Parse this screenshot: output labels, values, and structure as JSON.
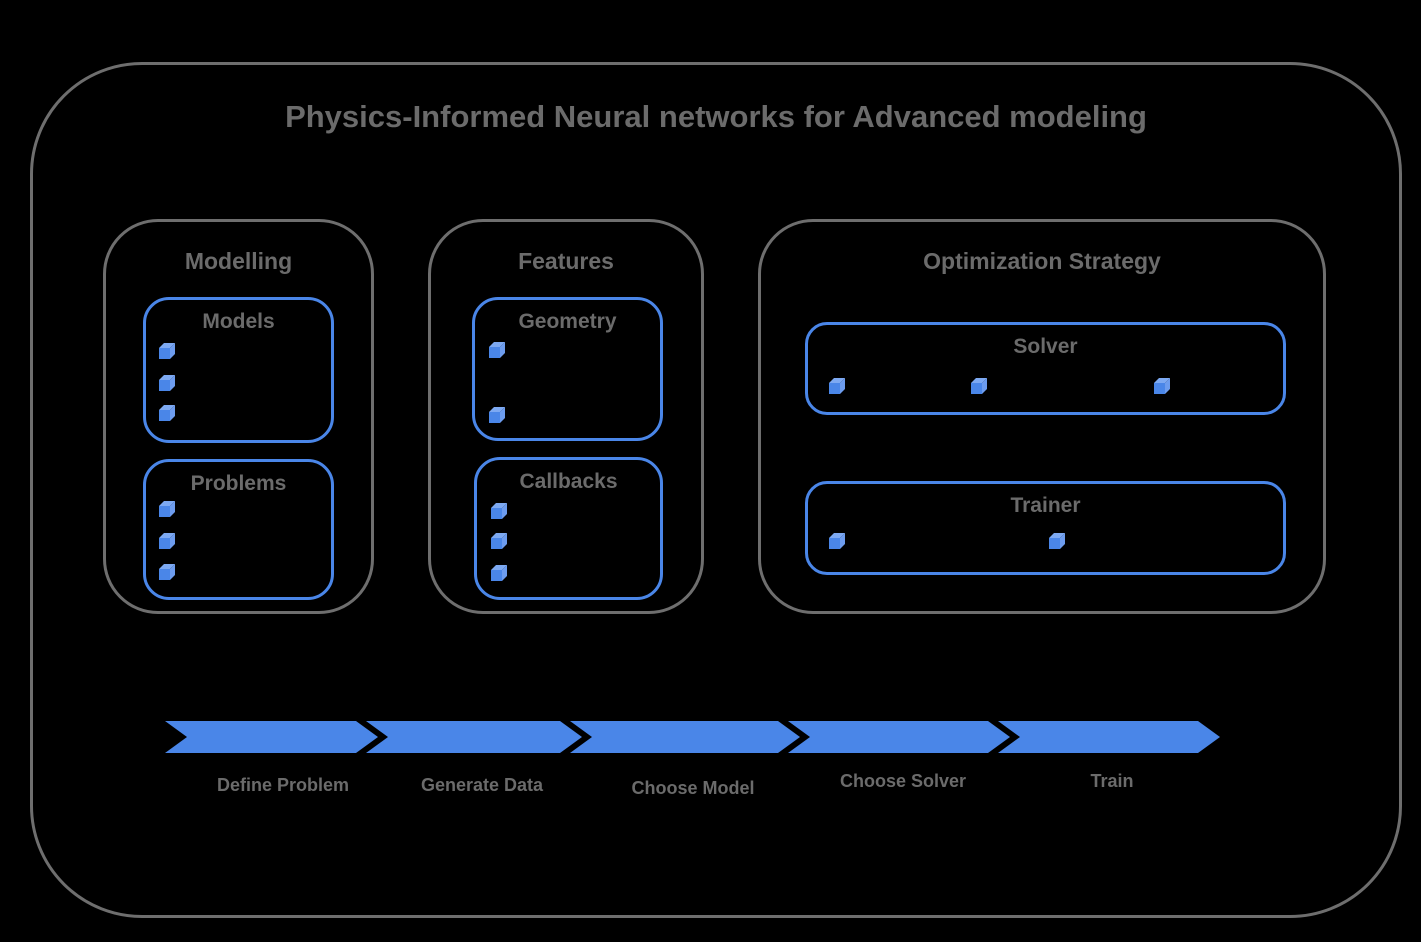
{
  "title": "Physics-Informed Neural networks for Advanced modeling",
  "colors": {
    "accent_blue": "#4a86e8",
    "cube_top_blue": "#7da9f2",
    "cube_side_blue": "#6d9cee",
    "text_gray": "#6b6b6b",
    "border_gray": "#6e6e6e",
    "background": "#000000"
  },
  "icons": {
    "bullet": "cube-icon"
  },
  "sections": [
    {
      "label": "Modelling",
      "boxes": [
        {
          "label": "Models",
          "bullet_count": 3
        },
        {
          "label": "Problems",
          "bullet_count": 3
        }
      ]
    },
    {
      "label": "Features",
      "boxes": [
        {
          "label": "Geometry",
          "bullet_count": 2
        },
        {
          "label": "Callbacks",
          "bullet_count": 3
        }
      ]
    },
    {
      "label": "Optimization Strategy",
      "boxes": [
        {
          "label": "Solver",
          "bullet_count": 3
        },
        {
          "label": "Trainer",
          "bullet_count": 2
        }
      ]
    }
  ],
  "pipeline": {
    "steps": [
      {
        "label": "Define Problem"
      },
      {
        "label": "Generate Data"
      },
      {
        "label": "Choose Model"
      },
      {
        "label": "Choose Solver"
      },
      {
        "label": "Train"
      }
    ]
  }
}
